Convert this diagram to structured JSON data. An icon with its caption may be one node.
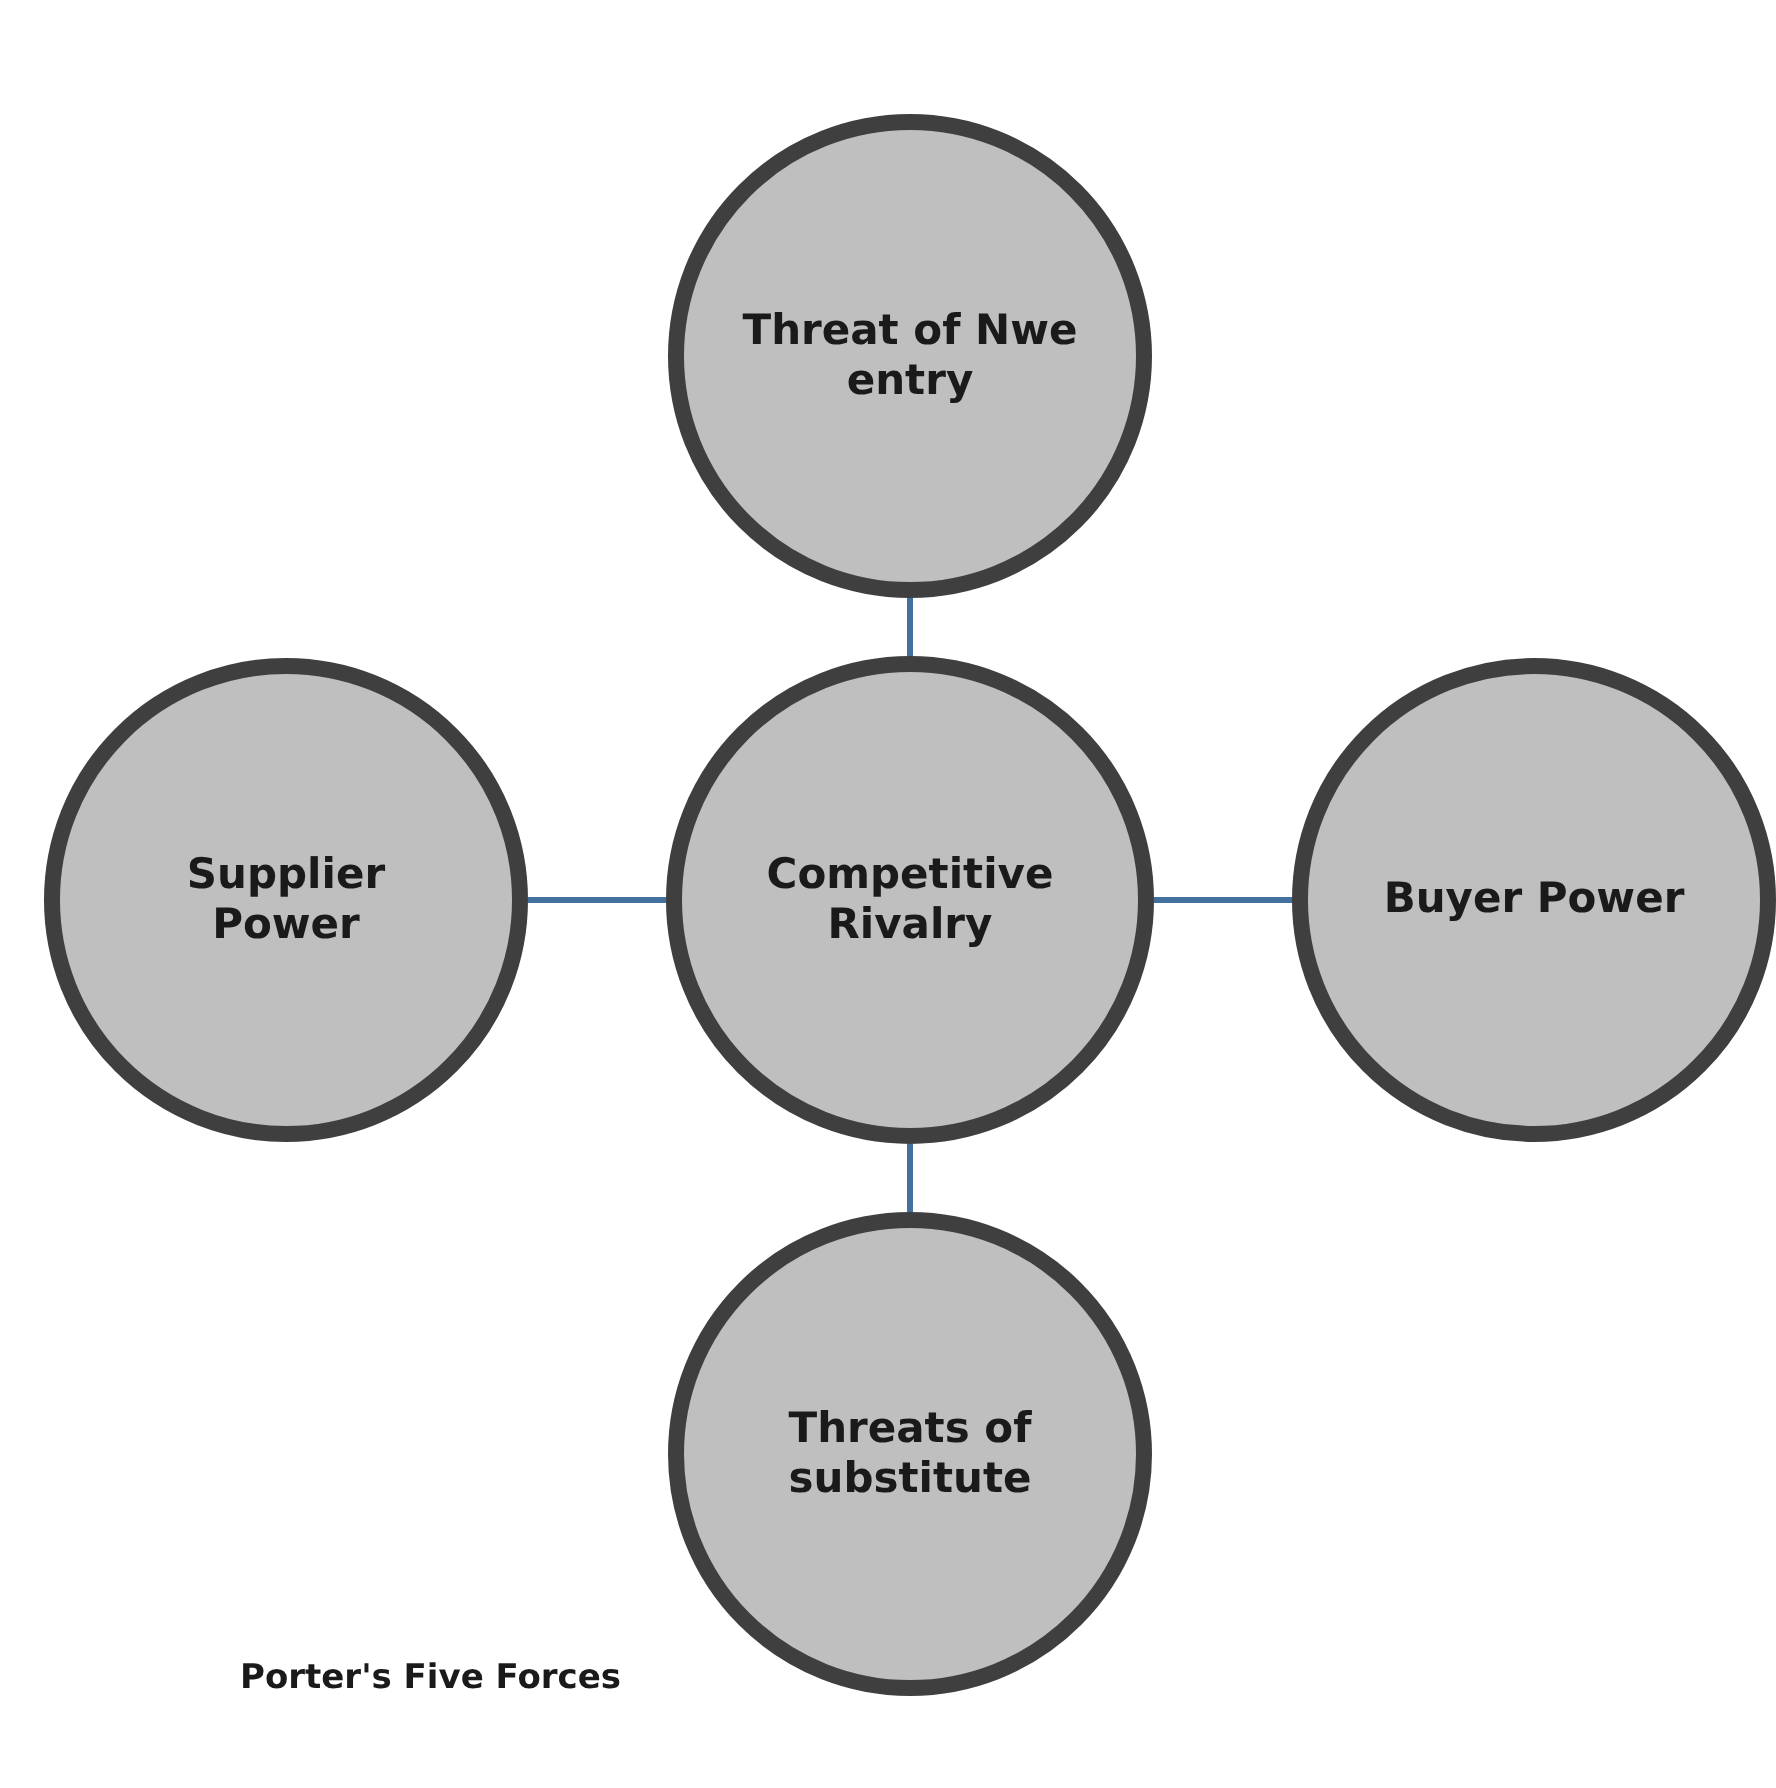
{
  "diagram": {
    "caption": "Porter's Five Forces",
    "nodes": [
      {
        "text": [
          "Threat of Nwe entry"
        ]
      },
      {
        "text": [
          "Supplier Power"
        ]
      },
      {
        "text": [
          "Competitive Rivalry"
        ]
      },
      {
        "text": [
          "Buyer Power"
        ]
      },
      {
        "text": [
          "Threats of substitute"
        ]
      }
    ],
    "edges": [
      {
        "from": 2,
        "to": 0,
        "arrow": "none"
      },
      {
        "from": 2,
        "to": 1,
        "arrow": "none"
      },
      {
        "from": 2,
        "to": 3,
        "arrow": "none"
      },
      {
        "from": 2,
        "to": 4,
        "arrow": "none"
      }
    ]
  }
}
